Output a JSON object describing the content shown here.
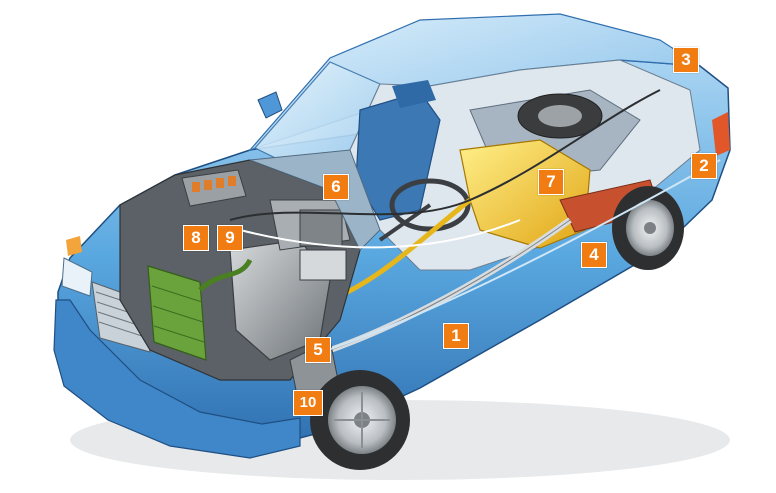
{
  "colors": {
    "body_blue": "#5aa8e0",
    "body_dark": "#2f6fb0",
    "body_light": "#b9def6",
    "glass": "#cfe8f8",
    "engine_gray": "#8e9498",
    "engine_dark": "#4a4f52",
    "fuel_yellow": "#f2c62a",
    "radiator_green": "#6aa23c",
    "tire": "#2d2f31",
    "rim": "#c9cdd0",
    "badge_orange": "#f07c12",
    "interior": "#7d8fa0"
  },
  "markers": [
    {
      "id": "marker-1",
      "label": "1"
    },
    {
      "id": "marker-2",
      "label": "2"
    },
    {
      "id": "marker-3",
      "label": "3"
    },
    {
      "id": "marker-4",
      "label": "4"
    },
    {
      "id": "marker-5",
      "label": "5"
    },
    {
      "id": "marker-6",
      "label": "6"
    },
    {
      "id": "marker-7",
      "label": "7"
    },
    {
      "id": "marker-8",
      "label": "8"
    },
    {
      "id": "marker-9",
      "label": "9"
    },
    {
      "id": "marker-10",
      "label": "10"
    }
  ]
}
